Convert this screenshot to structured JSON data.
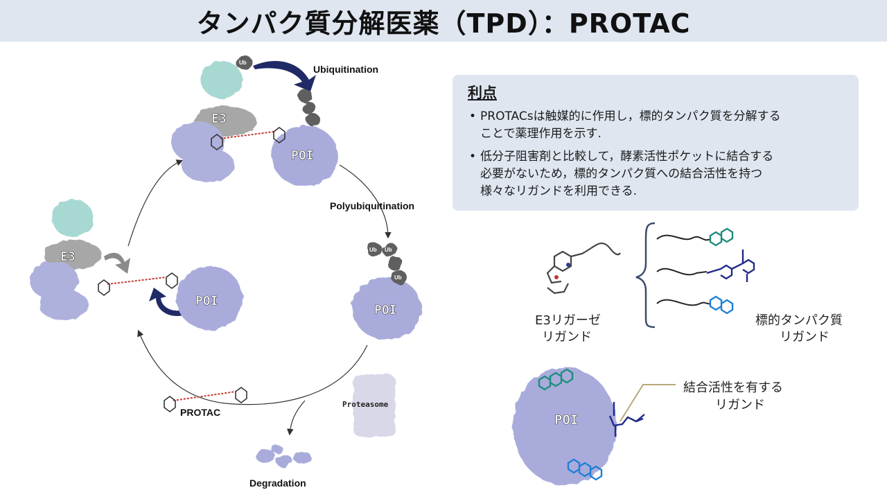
{
  "header": {
    "title": "タンパク質分解医薬（TPD）：PROTAC"
  },
  "cycle": {
    "ubiquitination": "Ubiquitination",
    "polyubiquitination": "Polyubiquitination",
    "proteasome": "Proteasome",
    "degradation": "Degradation",
    "protac": "PROTAC",
    "e3": "E3",
    "poi": "POI",
    "ub": "Ub"
  },
  "advantages": {
    "title": "利点",
    "bullets": [
      {
        "line1": "PROTACsは触媒的に作用し，標的タンパク質を分解する",
        "line2": "ことで薬理作用を示す."
      },
      {
        "line1": "低分子阻害剤と比較して，酵素活性ポケットに結合する",
        "line2": "必要がないため，標的タンパク質への結合活性を持つ",
        "line3": "様々なリガンドを利用できる."
      }
    ]
  },
  "ligands": {
    "e3_label_line1": "E3リガーゼ",
    "e3_label_line2": "リガンド",
    "target_label_line1": "標的タンパク質",
    "target_label_line2": "リガンド",
    "binding_label_line1": "結合活性を有する",
    "binding_label_line2": "リガンド",
    "poi": "POI"
  },
  "colors": {
    "header_bg": "#dfe6f0",
    "box_bg": "#dfe6f0",
    "e3_body": "#aeb1dc",
    "e3_mid": "#a7a7a7",
    "e3_top": "#a8d8d2",
    "poi": "#a9acdb",
    "ub": "#5f5f5f",
    "arrow_navy": "#1f2a66",
    "arrow_gray": "#8a8a8a",
    "ligand_teal": "#1f8c7d",
    "ligand_navy": "#1f2a8a",
    "ligand_blue": "#1f7fd6"
  }
}
